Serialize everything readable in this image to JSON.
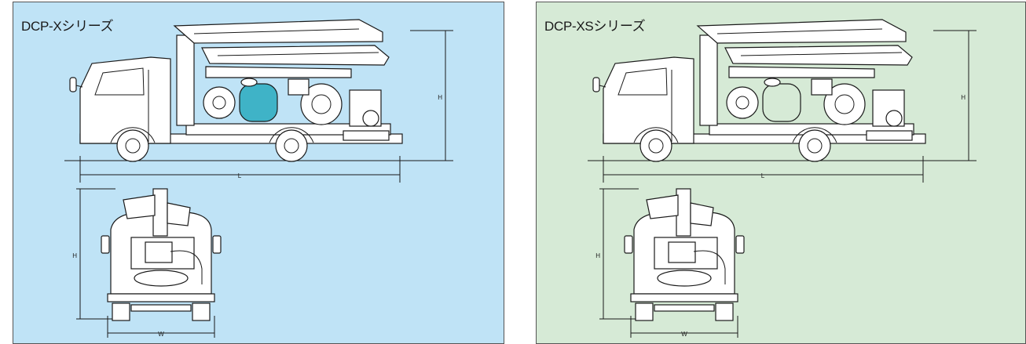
{
  "panels": [
    {
      "title": "DCP-Xシリーズ",
      "background": "#bfe3f6",
      "tank_color": "#3fb3c7",
      "labels": {
        "side_height": "H",
        "length": "L",
        "front_height": "H",
        "width": "W"
      }
    },
    {
      "title": "DCP-XSシリーズ",
      "background": "#d6ead6",
      "tank_color": "#d6ead6",
      "labels": {
        "side_height": "H",
        "length": "L",
        "front_height": "H",
        "width": "W"
      }
    }
  ],
  "colors": {
    "line": "#1a1a1a",
    "body_fill": "#ffffff"
  }
}
